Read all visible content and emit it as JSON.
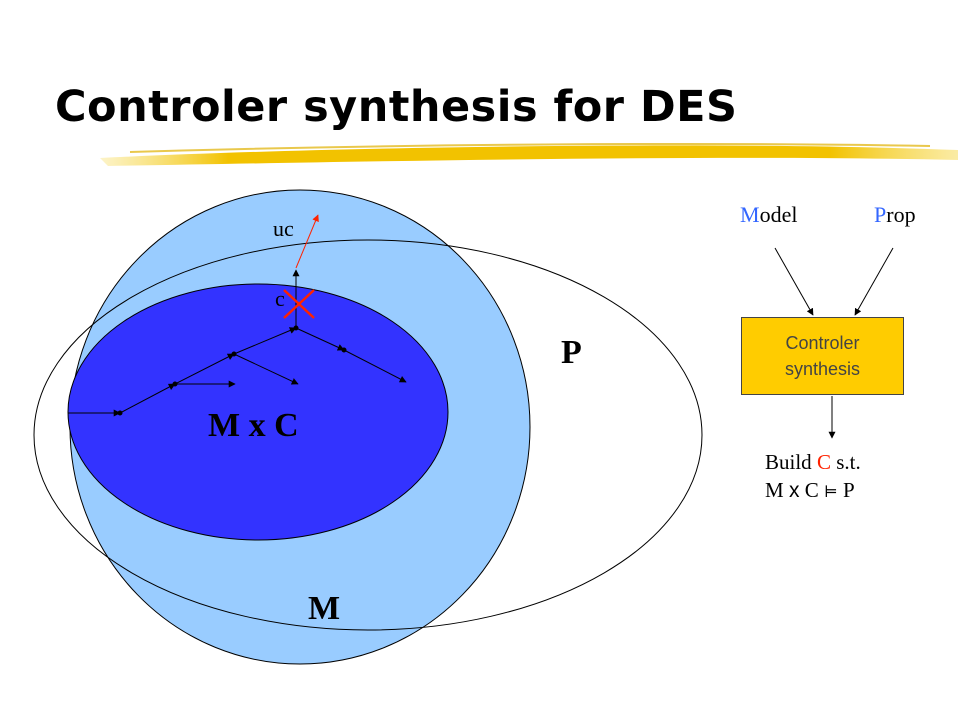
{
  "title": "Controler synthesis for DES",
  "diagram": {
    "label_uc": "uc",
    "label_c": "c",
    "label_p": "P",
    "label_mxc": "M x C",
    "label_m": "M"
  },
  "flow": {
    "model_initial": "M",
    "model_rest": "odel",
    "prop_initial": "P",
    "prop_rest": "rop",
    "box_text": "Controler\nsynthesis",
    "build_prefix": "Build ",
    "build_c": "C",
    "build_suffix": " s.t.",
    "result_m": "M ",
    "result_x": "x",
    "result_c": " C ",
    "result_models": "⊨",
    "result_p": " P"
  },
  "colors": {
    "outer_circle": "#99ccff",
    "inner_ellipse": "#3333ff",
    "box_fill": "#ffcc00",
    "accent_blue": "#3366ff",
    "cross_red": "#ff2200",
    "title_bar": "#f2c200"
  }
}
